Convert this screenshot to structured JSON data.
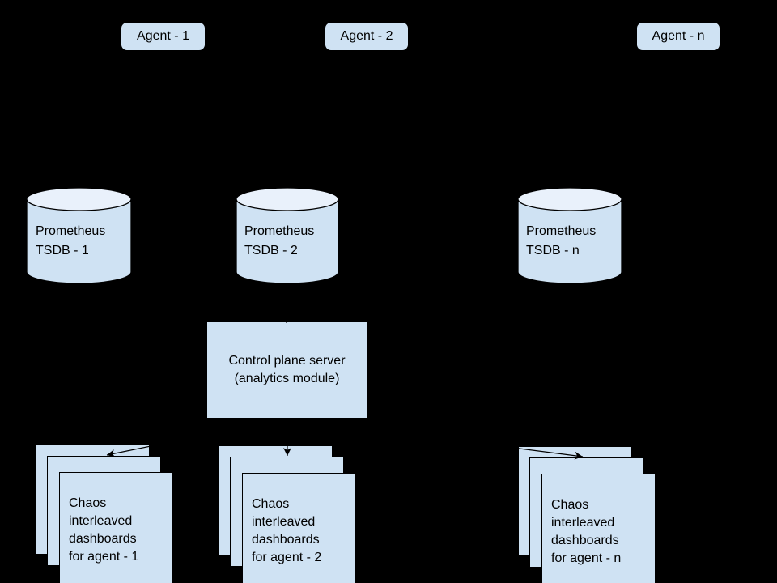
{
  "colors": {
    "background": "#000000",
    "shape_fill": "#cfe2f3",
    "shape_top_fill": "#e9f1fb",
    "stroke": "#000000",
    "text": "#000000"
  },
  "agents": [
    {
      "label": "Agent - 1"
    },
    {
      "label": "Agent - 2"
    },
    {
      "label": "Agent - n"
    }
  ],
  "tsdbs": [
    {
      "line1": "Prometheus",
      "line2": "TSDB - 1"
    },
    {
      "line1": "Prometheus",
      "line2": "TSDB - 2"
    },
    {
      "line1": "Prometheus",
      "line2": "TSDB - n"
    }
  ],
  "control_plane": {
    "line1": "Control plane server",
    "line2": "(analytics module)"
  },
  "dashboard_stacks": [
    {
      "line1": "Chaos",
      "line2": "interleaved",
      "line3": "dashboards",
      "line4": "for agent - 1"
    },
    {
      "line1": "Chaos",
      "line2": "interleaved",
      "line3": "dashboards",
      "line4": "for agent - 2"
    },
    {
      "line1": "Chaos",
      "line2": "interleaved",
      "line3": "dashboards",
      "line4": "for agent - n"
    }
  ]
}
